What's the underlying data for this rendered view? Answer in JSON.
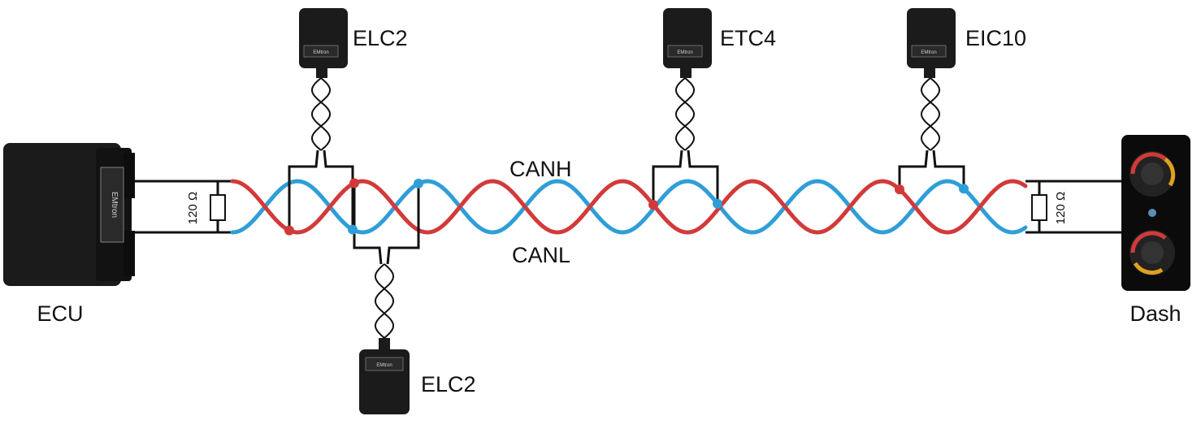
{
  "bus": {
    "high_label": "CANH",
    "low_label": "CANL",
    "colors": {
      "high": "#d23a3a",
      "low": "#2f9ed8",
      "wire": "#111111",
      "device": "#1b1b1b"
    }
  },
  "devices": {
    "ecu": {
      "label": "ECU",
      "brand": "EMtron"
    },
    "dash": {
      "label": "Dash"
    },
    "top_modules": [
      {
        "label": "ELC2",
        "brand": "EMtron"
      },
      {
        "label": "ETC4",
        "brand": "EMtron"
      },
      {
        "label": "EIC10",
        "brand": "EMtron"
      }
    ],
    "bottom_module": {
      "label": "ELC2",
      "brand": "EMtron"
    }
  },
  "terminators": [
    {
      "label": "120 Ω"
    },
    {
      "label": "120 Ω"
    }
  ]
}
